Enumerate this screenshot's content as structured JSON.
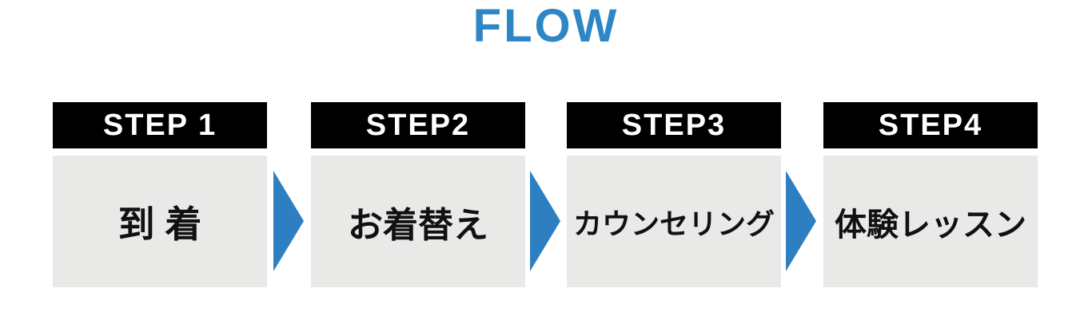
{
  "title": "FLOW",
  "colors": {
    "title_blue": "#2E86C6",
    "arrow_blue": "#2E7FC1",
    "step_bar_bg": "#000000",
    "step_bar_text": "#FFFFFF",
    "box_bg": "#E9E9E7",
    "box_text": "#111111"
  },
  "steps": [
    {
      "label": "STEP 1",
      "description": "到 着"
    },
    {
      "label": "STEP2",
      "description": "お着替え"
    },
    {
      "label": "STEP3",
      "description": "カウンセリング"
    },
    {
      "label": "STEP4",
      "description": "体験レッスン"
    }
  ]
}
